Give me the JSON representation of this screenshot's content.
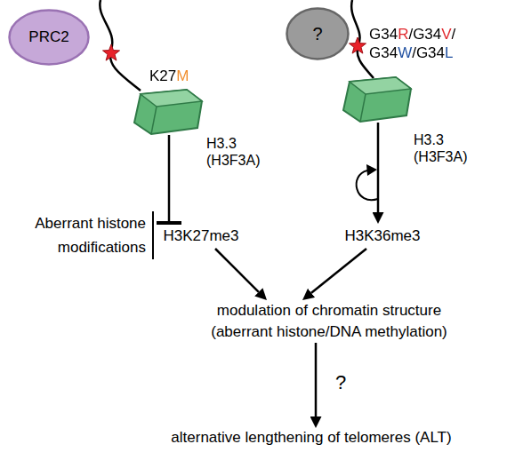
{
  "diagram": {
    "nodes": [
      {
        "text": [
          "PRC2"
        ]
      },
      {
        "text": [
          "?"
        ]
      },
      {
        "text": [
          "H3.3 (H3F3A)"
        ]
      },
      {
        "text": [
          "H3.3 (H3F3A)"
        ]
      },
      {
        "text": [
          "H3K27me3"
        ]
      },
      {
        "text": [
          "H3K36me3"
        ]
      },
      {
        "text": [
          "modulation of chromatin structure (aberrant histone/DNA methylation)"
        ]
      },
      {
        "text": [
          "alternative lengthening of telomeres (ALT)"
        ]
      }
    ],
    "edges": [
      {
        "from": 2,
        "to": 4,
        "arrow": "to"
      },
      {
        "from": 3,
        "to": 5,
        "arrow": "to"
      },
      {
        "from": 4,
        "to": 6,
        "arrow": "to"
      },
      {
        "from": 5,
        "to": 6,
        "arrow": "to"
      },
      {
        "from": 6,
        "to": 7,
        "arrow": "to",
        "label": "?"
      }
    ],
    "labels": [
      "K27M",
      "G34R/G34V/ G34W/G34L",
      "Aberrant histone modifications"
    ]
  }
}
